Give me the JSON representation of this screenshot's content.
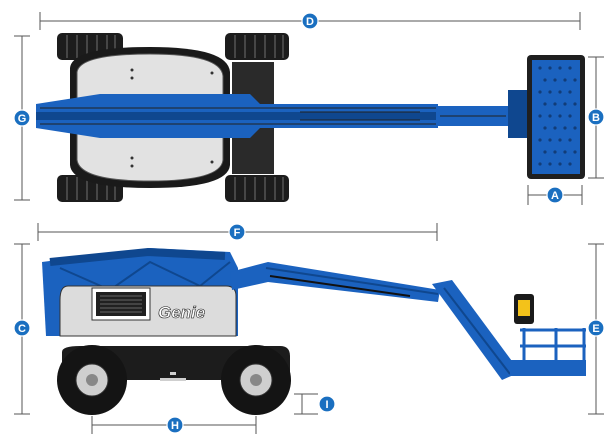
{
  "dimensions": {
    "A": "A",
    "B": "B",
    "C": "C",
    "D": "D",
    "E": "E",
    "F": "F",
    "G": "G",
    "H": "H",
    "I": "I"
  },
  "machine": {
    "brand_logo": "Genie"
  },
  "colors": {
    "machine_blue": "#1b62bf",
    "badge_blue": "#1a6fc0",
    "tire": "#1c1c1c",
    "counterweight": "#dcdcdc"
  }
}
